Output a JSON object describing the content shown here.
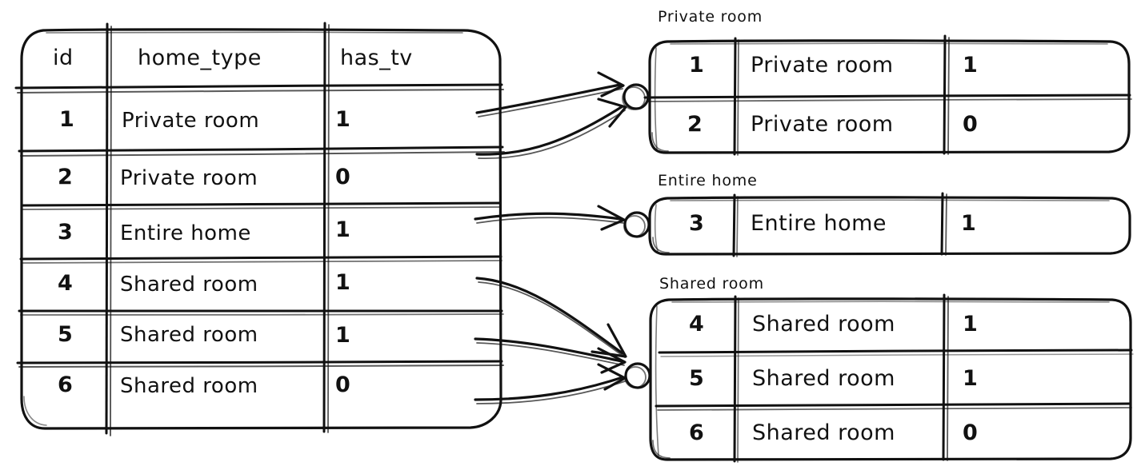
{
  "diagram": {
    "title_visible": false,
    "stroke_color": "#111111",
    "background_color": "#ffffff",
    "style": "hand-drawn-sketch"
  },
  "source_table": {
    "name": "source-table",
    "columns": [
      "id",
      "home_type",
      "has_tv"
    ],
    "rows": [
      {
        "id": "1",
        "home_type": "Private room",
        "has_tv": "1"
      },
      {
        "id": "2",
        "home_type": "Private room",
        "has_tv": "0"
      },
      {
        "id": "3",
        "home_type": "Entire home",
        "has_tv": "1"
      },
      {
        "id": "4",
        "home_type": "Shared room",
        "has_tv": "1"
      },
      {
        "id": "5",
        "home_type": "Shared room",
        "has_tv": "1"
      },
      {
        "id": "6",
        "home_type": "Shared room",
        "has_tv": "0"
      }
    ]
  },
  "groups": [
    {
      "label": "Private room",
      "rows": [
        {
          "id": "1",
          "home_type": "Private room",
          "has_tv": "1"
        },
        {
          "id": "2",
          "home_type": "Private room",
          "has_tv": "0"
        }
      ]
    },
    {
      "label": "Entire home",
      "rows": [
        {
          "id": "3",
          "home_type": "Entire home",
          "has_tv": "1"
        }
      ]
    },
    {
      "label": "Shared room",
      "rows": [
        {
          "id": "4",
          "home_type": "Shared room",
          "has_tv": "1"
        },
        {
          "id": "5",
          "home_type": "Shared room",
          "has_tv": "1"
        },
        {
          "id": "6",
          "home_type": "Shared room",
          "has_tv": "0"
        }
      ]
    }
  ],
  "connectors": [
    {
      "name": "connector-row1-to-private-room",
      "from_row": "1",
      "to_group": "Private room"
    },
    {
      "name": "connector-row2-to-private-room",
      "from_row": "2",
      "to_group": "Private room"
    },
    {
      "name": "connector-row3-to-entire-home",
      "from_row": "3",
      "to_group": "Entire home"
    },
    {
      "name": "connector-row4-to-shared-room",
      "from_row": "4",
      "to_group": "Shared room"
    },
    {
      "name": "connector-row5-to-shared-room",
      "from_row": "5",
      "to_group": "Shared room"
    },
    {
      "name": "connector-row6-to-shared-room",
      "from_row": "6",
      "to_group": "Shared room"
    }
  ]
}
